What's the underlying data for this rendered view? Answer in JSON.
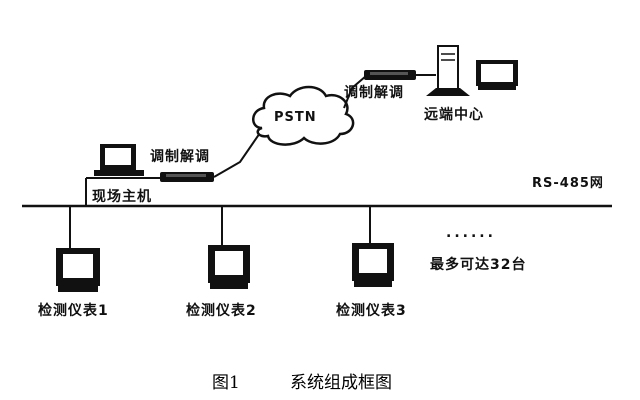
{
  "labels": {
    "modem_right": "调制解调",
    "remote_center": "远端中心",
    "pstn": "PSTN",
    "modem_left": "调制解调",
    "rs485": "RS-485网",
    "host": "现场主机",
    "dots": "......",
    "max_units": "最多可达32台",
    "meter1": "检测仪表1",
    "meter2": "检测仪表2",
    "meter3": "检测仪表3"
  },
  "caption": {
    "number": "图1",
    "title": "系统组成框图"
  },
  "icons": {
    "terminal": "crt-terminal-icon",
    "meter": "monitor-icon",
    "server": "tower-server-icon",
    "modem": "modem-icon",
    "cloud": "pstn-cloud-icon"
  },
  "colors": {
    "ink": "#111111",
    "background": "#ffffff"
  }
}
